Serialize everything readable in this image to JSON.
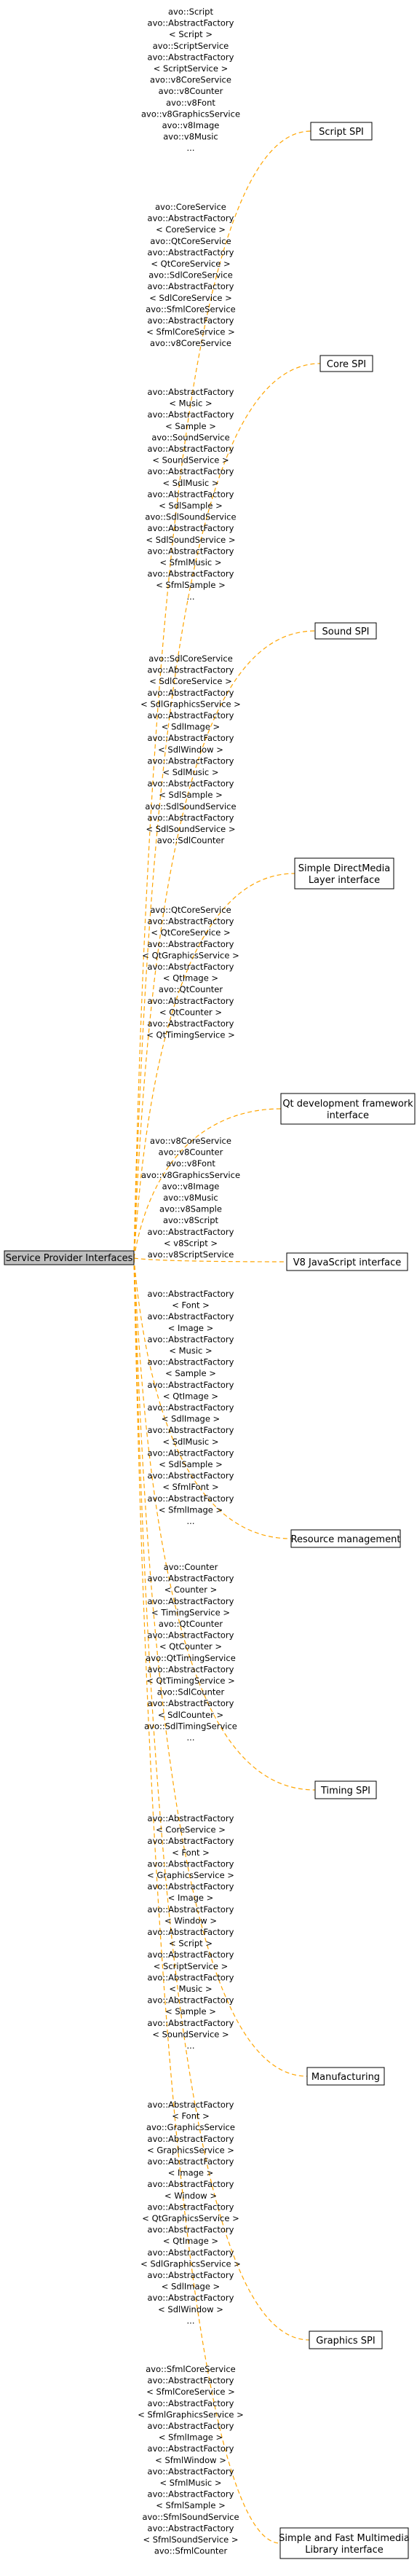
{
  "root": {
    "label": "Service Provider Interfaces"
  },
  "groups": [
    {
      "id": "script-spi",
      "node": [
        "Script SPI"
      ],
      "labels": [
        "avo::Script",
        "avo::AbstractFactory",
        "< Script >",
        "avo::ScriptService",
        "avo::AbstractFactory",
        "< ScriptService >",
        "avo::v8CoreService",
        "avo::v8Counter",
        "avo::v8Font",
        "avo::v8GraphicsService",
        "avo::v8Image",
        "avo::v8Music",
        "..."
      ]
    },
    {
      "id": "core-spi",
      "node": [
        "Core SPI"
      ],
      "labels": [
        "avo::CoreService",
        "avo::AbstractFactory",
        "< CoreService >",
        "avo::QtCoreService",
        "avo::AbstractFactory",
        "< QtCoreService >",
        "avo::SdlCoreService",
        "avo::AbstractFactory",
        "< SdlCoreService >",
        "avo::SfmlCoreService",
        "avo::AbstractFactory",
        "< SfmlCoreService >",
        "avo::v8CoreService"
      ]
    },
    {
      "id": "sound-spi",
      "node": [
        "Sound SPI"
      ],
      "labels": [
        "avo::AbstractFactory",
        "< Music >",
        "avo::AbstractFactory",
        "< Sample >",
        "avo::SoundService",
        "avo::AbstractFactory",
        "< SoundService >",
        "avo::AbstractFactory",
        "< SdlMusic >",
        "avo::AbstractFactory",
        "< SdlSample >",
        "avo::SdlSoundService",
        "avo::AbstractFactory",
        "< SdlSoundService >",
        "avo::AbstractFactory",
        "< SfmlMusic >",
        "avo::AbstractFactory",
        "< SfmlSample >",
        "..."
      ]
    },
    {
      "id": "sdl-interface",
      "node": [
        "Simple DirectMedia",
        "Layer interface"
      ],
      "labels": [
        "avo::SdlCoreService",
        "avo::AbstractFactory",
        "< SdlCoreService >",
        "avo::AbstractFactory",
        "< SdlGraphicsService >",
        "avo::AbstractFactory",
        "< SdlImage >",
        "avo::AbstractFactory",
        "< SdlWindow >",
        "avo::AbstractFactory",
        "< SdlMusic >",
        "avo::AbstractFactory",
        "< SdlSample >",
        "avo::SdlSoundService",
        "avo::AbstractFactory",
        "< SdlSoundService >",
        "avo::SdlCounter"
      ]
    },
    {
      "id": "qt-interface",
      "node": [
        "Qt development framework",
        "interface"
      ],
      "labels": [
        "avo::QtCoreService",
        "avo::AbstractFactory",
        "< QtCoreService >",
        "avo::AbstractFactory",
        "< QtGraphicsService >",
        "avo::AbstractFactory",
        "< QtImage >",
        "avo::QtCounter",
        "avo::AbstractFactory",
        "< QtCounter >",
        "avo::AbstractFactory",
        "< QtTimingService >"
      ]
    },
    {
      "id": "v8-interface",
      "node": [
        "V8 JavaScript interface"
      ],
      "labels": [
        "avo::v8CoreService",
        "avo::v8Counter",
        "avo::v8Font",
        "avo::v8GraphicsService",
        "avo::v8Image",
        "avo::v8Music",
        "avo::v8Sample",
        "avo::v8Script",
        "avo::AbstractFactory",
        "< v8Script >",
        "avo::v8ScriptService"
      ]
    },
    {
      "id": "resource-management",
      "node": [
        "Resource management"
      ],
      "labels": [
        "avo::AbstractFactory",
        "< Font >",
        "avo::AbstractFactory",
        "< Image >",
        "avo::AbstractFactory",
        "< Music >",
        "avo::AbstractFactory",
        "< Sample >",
        "avo::AbstractFactory",
        "< QtImage >",
        "avo::AbstractFactory",
        "< SdlImage >",
        "avo::AbstractFactory",
        "< SdlMusic >",
        "avo::AbstractFactory",
        "< SdlSample >",
        "avo::AbstractFactory",
        "< SfmlFont >",
        "avo::AbstractFactory",
        "< SfmlImage >",
        "..."
      ]
    },
    {
      "id": "timing-spi",
      "node": [
        "Timing SPI"
      ],
      "labels": [
        "avo::Counter",
        "avo::AbstractFactory",
        "< Counter >",
        "avo::AbstractFactory",
        "< TimingService >",
        "avo::QtCounter",
        "avo::AbstractFactory",
        "< QtCounter >",
        "avo::QtTimingService",
        "avo::AbstractFactory",
        "< QtTimingService >",
        "avo::SdlCounter",
        "avo::AbstractFactory",
        "< SdlCounter >",
        "avo::SdlTimingService",
        "..."
      ]
    },
    {
      "id": "manufacturing",
      "node": [
        "Manufacturing"
      ],
      "labels": [
        "avo::AbstractFactory",
        "< CoreService >",
        "avo::AbstractFactory",
        "< Font >",
        "avo::AbstractFactory",
        "< GraphicsService >",
        "avo::AbstractFactory",
        "< Image >",
        "avo::AbstractFactory",
        "< Window >",
        "avo::AbstractFactory",
        "< Script >",
        "avo::AbstractFactory",
        "< ScriptService >",
        "avo::AbstractFactory",
        "< Music >",
        "avo::AbstractFactory",
        "< Sample >",
        "avo::AbstractFactory",
        "< SoundService >",
        "..."
      ]
    },
    {
      "id": "graphics-spi",
      "node": [
        "Graphics SPI"
      ],
      "labels": [
        "avo::AbstractFactory",
        "< Font >",
        "avo::GraphicsService",
        "avo::AbstractFactory",
        "< GraphicsService >",
        "avo::AbstractFactory",
        "< Image >",
        "avo::AbstractFactory",
        "< Window >",
        "avo::AbstractFactory",
        "< QtGraphicsService >",
        "avo::AbstractFactory",
        "< QtImage >",
        "avo::AbstractFactory",
        "< SdlGraphicsService >",
        "avo::AbstractFactory",
        "< SdlImage >",
        "avo::AbstractFactory",
        "< SdlWindow >",
        "..."
      ]
    },
    {
      "id": "sfml-interface",
      "node": [
        "Simple and Fast Multimedia",
        "Library interface"
      ],
      "labels": [
        "avo::SfmlCoreService",
        "avo::AbstractFactory",
        "< SfmlCoreService >",
        "avo::AbstractFactory",
        "< SfmlGraphicsService >",
        "avo::AbstractFactory",
        "< SfmlImage >",
        "avo::AbstractFactory",
        "< SfmlWindow >",
        "avo::AbstractFactory",
        "< SfmlMusic >",
        "avo::AbstractFactory",
        "< SfmlSample >",
        "avo::SfmlSoundService",
        "avo::AbstractFactory",
        "< SfmlSoundService >",
        "avo::SfmlCounter"
      ]
    }
  ]
}
